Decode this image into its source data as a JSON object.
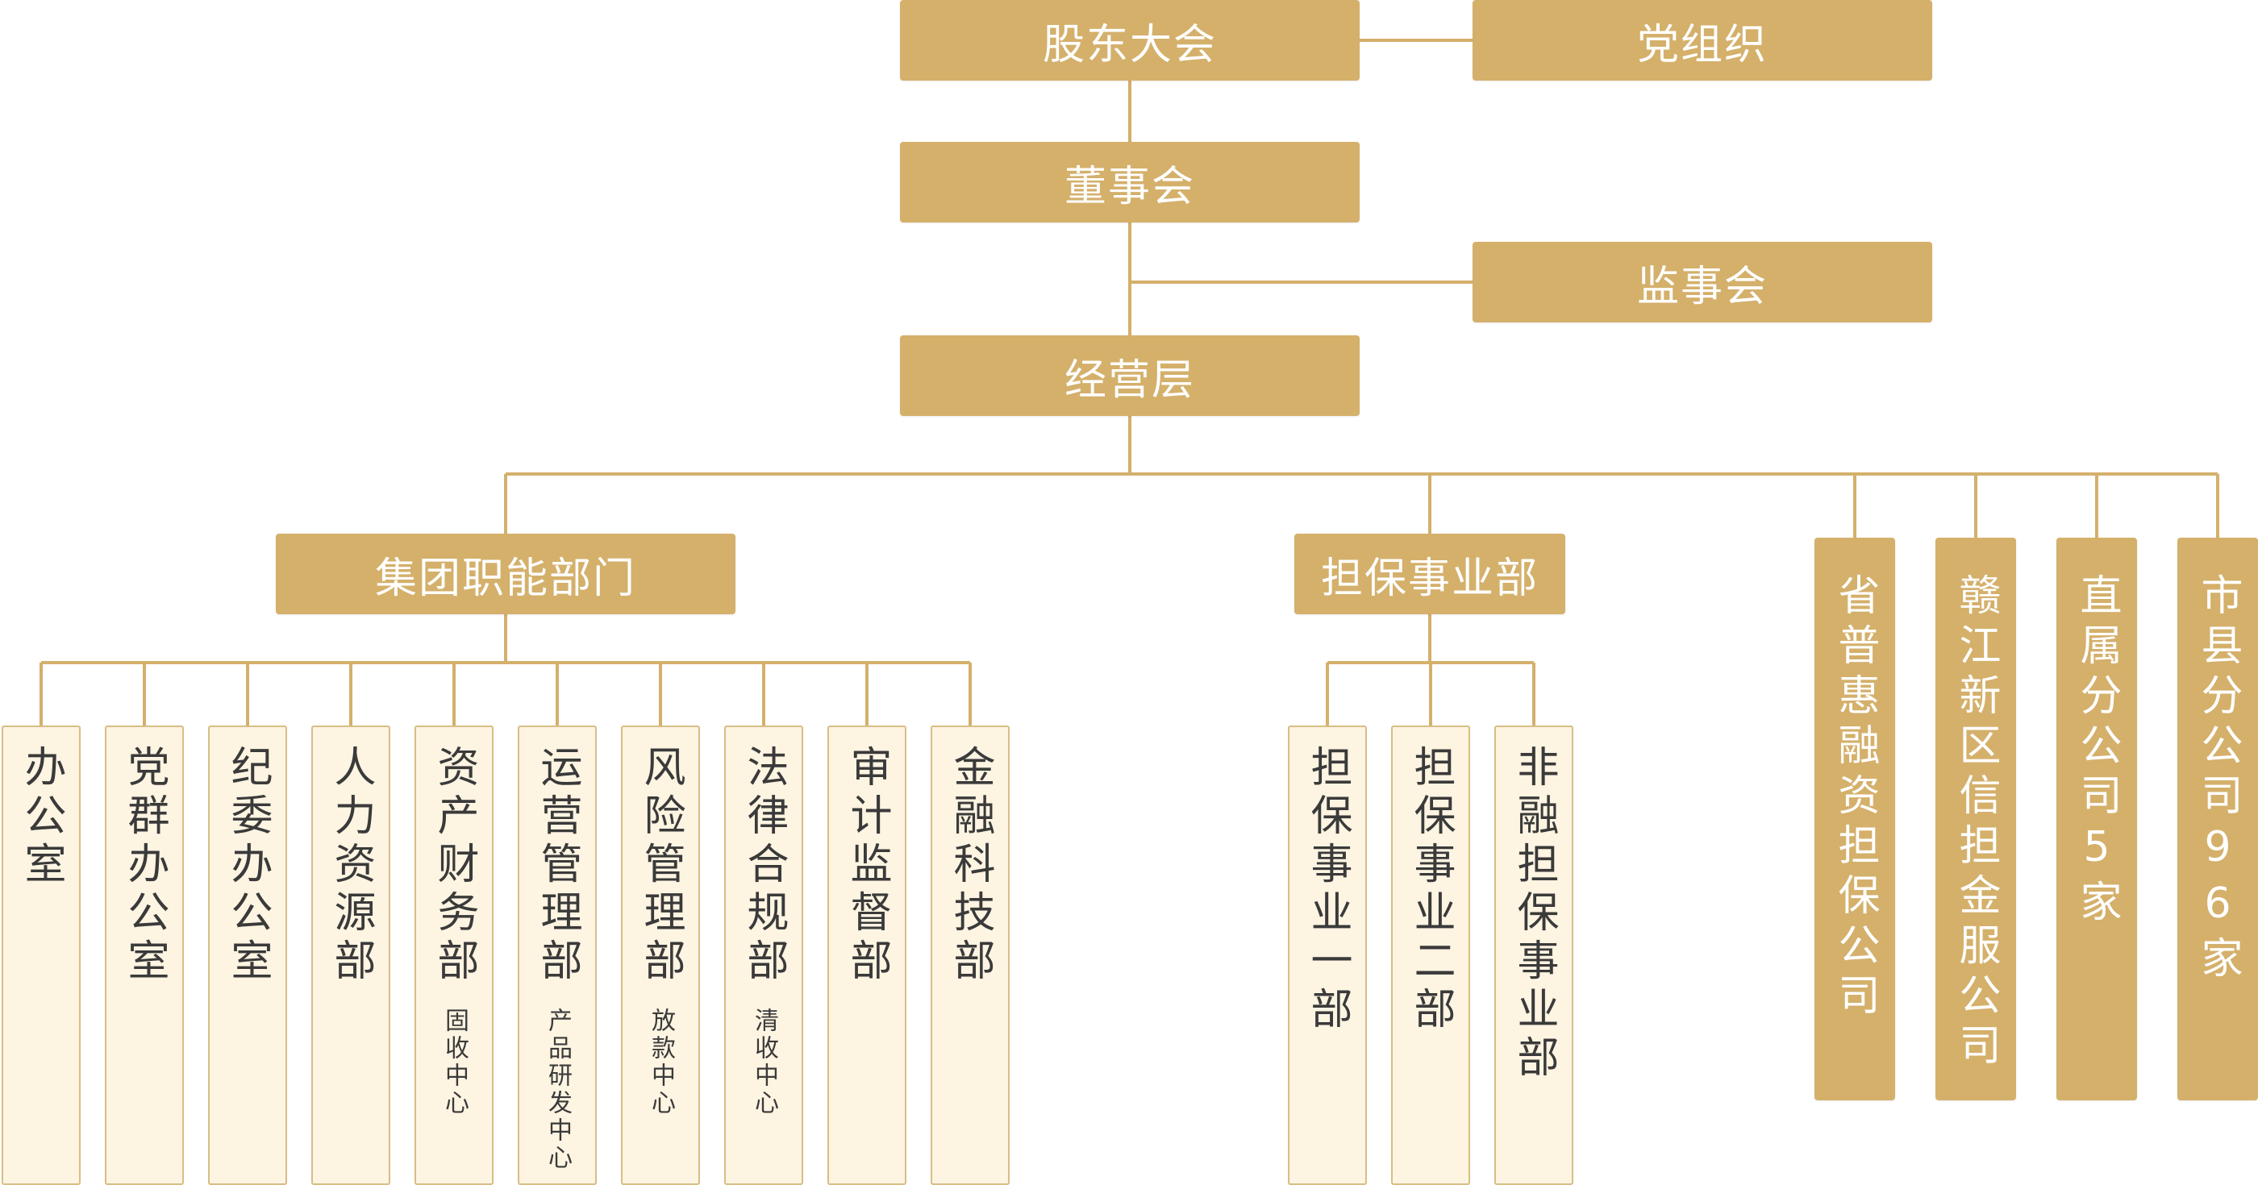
{
  "colors": {
    "gold": "#d4b06b",
    "cream": "#fdf4e2",
    "line": "#d4b06b",
    "text": "#3a3a3a"
  },
  "top": {
    "shareholders": "股东大会",
    "party": "党组织",
    "board": "董事会",
    "supervisors": "监事会",
    "management": "经营层"
  },
  "groups": {
    "functional": "集团职能部门",
    "guarantee": "担保事业部"
  },
  "functional_departments": [
    {
      "name": "办公室",
      "sub": ""
    },
    {
      "name": "党群办公室",
      "sub": ""
    },
    {
      "name": "纪委办公室",
      "sub": ""
    },
    {
      "name": "人力资源部",
      "sub": ""
    },
    {
      "name": "资产财务部",
      "sub": "固收中心"
    },
    {
      "name": "运营管理部",
      "sub": "产品研发中心"
    },
    {
      "name": "风险管理部",
      "sub": "放款中心"
    },
    {
      "name": "法律合规部",
      "sub": "清收中心"
    },
    {
      "name": "审计监督部",
      "sub": ""
    },
    {
      "name": "金融科技部",
      "sub": ""
    }
  ],
  "guarantee_departments": [
    {
      "name": "担保事业一部"
    },
    {
      "name": "担保事业二部"
    },
    {
      "name": "非融担保事业部"
    }
  ],
  "subsidiaries": [
    {
      "name": "省普惠融资担保公司"
    },
    {
      "name": "赣江新区信担金服公司"
    },
    {
      "name": "直属分公司5家"
    },
    {
      "name": "市县分公司96家"
    }
  ]
}
